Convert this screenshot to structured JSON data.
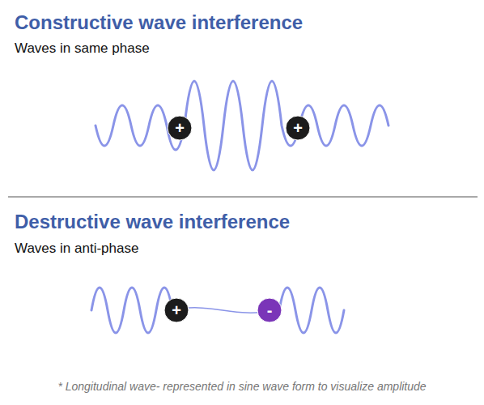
{
  "diagram": {
    "caption": "* Longitudinal wave- represented in sine wave form to visualize amplitude",
    "nodes": [
      {
        "text": [
          "+"
        ]
      },
      {
        "text": [
          "+"
        ]
      },
      {
        "text": [
          "+"
        ]
      },
      {
        "text": [
          "-"
        ]
      }
    ],
    "labels": [
      "Constructive wave interference",
      "Waves in same phase",
      "Destructive wave interference",
      "Waves in anti-phase"
    ]
  }
}
